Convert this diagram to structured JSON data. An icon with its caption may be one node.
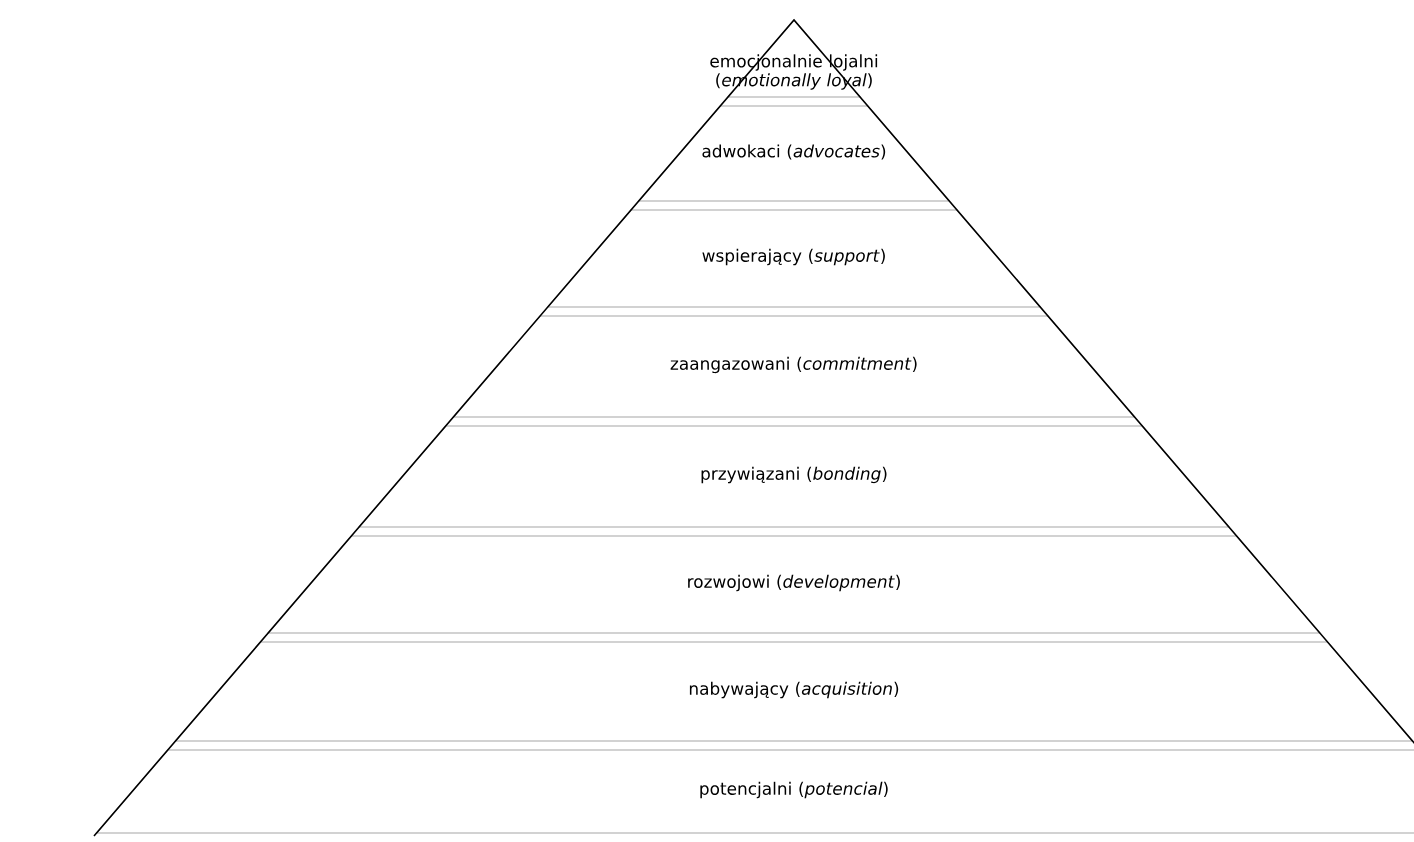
{
  "diagram": {
    "nodes": [
      {
        "text": [
          "emocjonalnie lojalni (*emotionally loyal*)"
        ]
      },
      {
        "text": [
          "adwokaci (*advocates*)"
        ]
      },
      {
        "text": [
          "wspierający (*support*)"
        ]
      },
      {
        "text": [
          "zaangazowani (*commitment*)"
        ]
      },
      {
        "text": [
          "przywiązani (*bonding*)"
        ]
      },
      {
        "text": [
          "rozwojowi (*development*)"
        ]
      },
      {
        "text": [
          "nabywający (*acquisition*)"
        ]
      },
      {
        "text": [
          "potencjalni (*potencial*)"
        ]
      }
    ]
  }
}
